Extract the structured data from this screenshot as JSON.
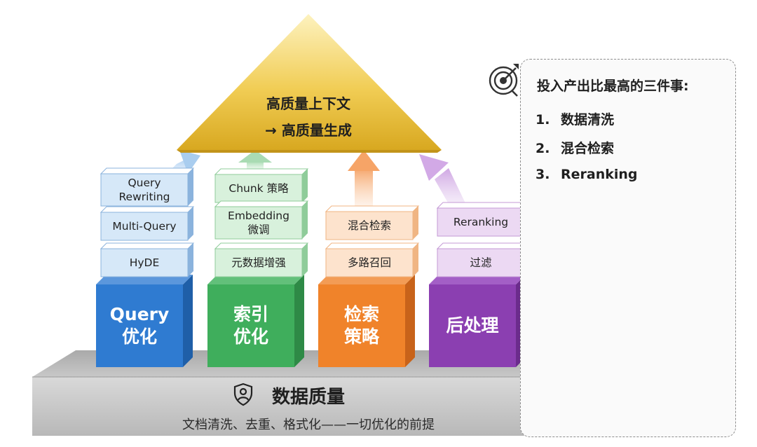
{
  "peak": {
    "line1": "高质量上下文",
    "line2": "→ 高质量生成"
  },
  "pillars": [
    {
      "key": "query",
      "title_l1": "Query",
      "title_l2": "优化",
      "color": "#2f7bd1",
      "blocks": [
        {
          "l1": "Query",
          "l2": "Rewriting"
        },
        {
          "l1": "Multi-Query",
          "l2": ""
        },
        {
          "l1": "HyDE",
          "l2": ""
        }
      ]
    },
    {
      "key": "index",
      "title_l1": "索引",
      "title_l2": "优化",
      "color": "#3fae5c",
      "blocks": [
        {
          "l1": "Chunk 策略",
          "l2": ""
        },
        {
          "l1": "Embedding",
          "l2": "微调"
        },
        {
          "l1": "元数据增强",
          "l2": ""
        }
      ]
    },
    {
      "key": "retrieval",
      "title_l1": "检索",
      "title_l2": "策略",
      "color": "#f0832a",
      "blocks": [
        {
          "l1": "混合检索",
          "l2": ""
        },
        {
          "l1": "多路召回",
          "l2": ""
        }
      ]
    },
    {
      "key": "postprocess",
      "title_l1": "后处理",
      "title_l2": "",
      "color": "#8b3fb1",
      "blocks": [
        {
          "l1": "Reranking",
          "l2": ""
        },
        {
          "l1": "过滤",
          "l2": ""
        }
      ]
    }
  ],
  "base": {
    "title": "数据质量",
    "subtitle": "文档清洗、去重、格式化——一切优化的前提",
    "icon": "shield-person-icon"
  },
  "sidebar": {
    "icon": "target-icon",
    "title": "投入产出比最高的三件事:",
    "items": [
      {
        "num": "1.",
        "text": "数据清洗"
      },
      {
        "num": "2.",
        "text": "混合检索"
      },
      {
        "num": "3.",
        "text": "Reranking"
      }
    ]
  },
  "colors": {
    "peak_gold": "#e2b92b",
    "query_light": "#d6e8f8",
    "index_light": "#d8f1dc",
    "retrieval_light": "#fde3cd",
    "postprocess_light": "#ecd9f3",
    "base_gray": "#bdbdbd"
  }
}
